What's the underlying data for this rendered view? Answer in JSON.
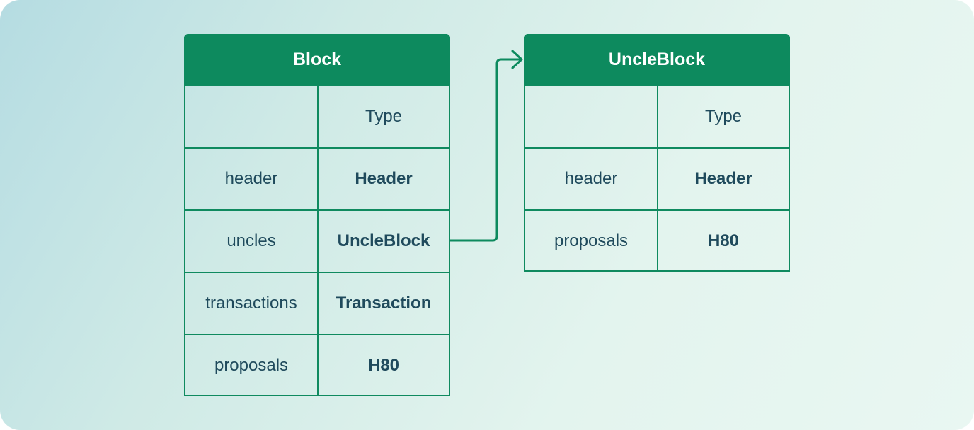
{
  "tables": [
    {
      "id": "block",
      "title": "Block",
      "type_header": "Type",
      "rows": [
        {
          "field": "header",
          "type": "Header"
        },
        {
          "field": "uncles",
          "type": "UncleBlock"
        },
        {
          "field": "transactions",
          "type": "Transaction"
        },
        {
          "field": "proposals",
          "type": "H80"
        }
      ]
    },
    {
      "id": "uncle",
      "title": "UncleBlock",
      "type_header": "Type",
      "rows": [
        {
          "field": "header",
          "type": "Header"
        },
        {
          "field": "proposals",
          "type": "H80"
        }
      ]
    }
  ],
  "colors": {
    "accent": "#0d8a5e",
    "text": "#1f4a5c"
  }
}
